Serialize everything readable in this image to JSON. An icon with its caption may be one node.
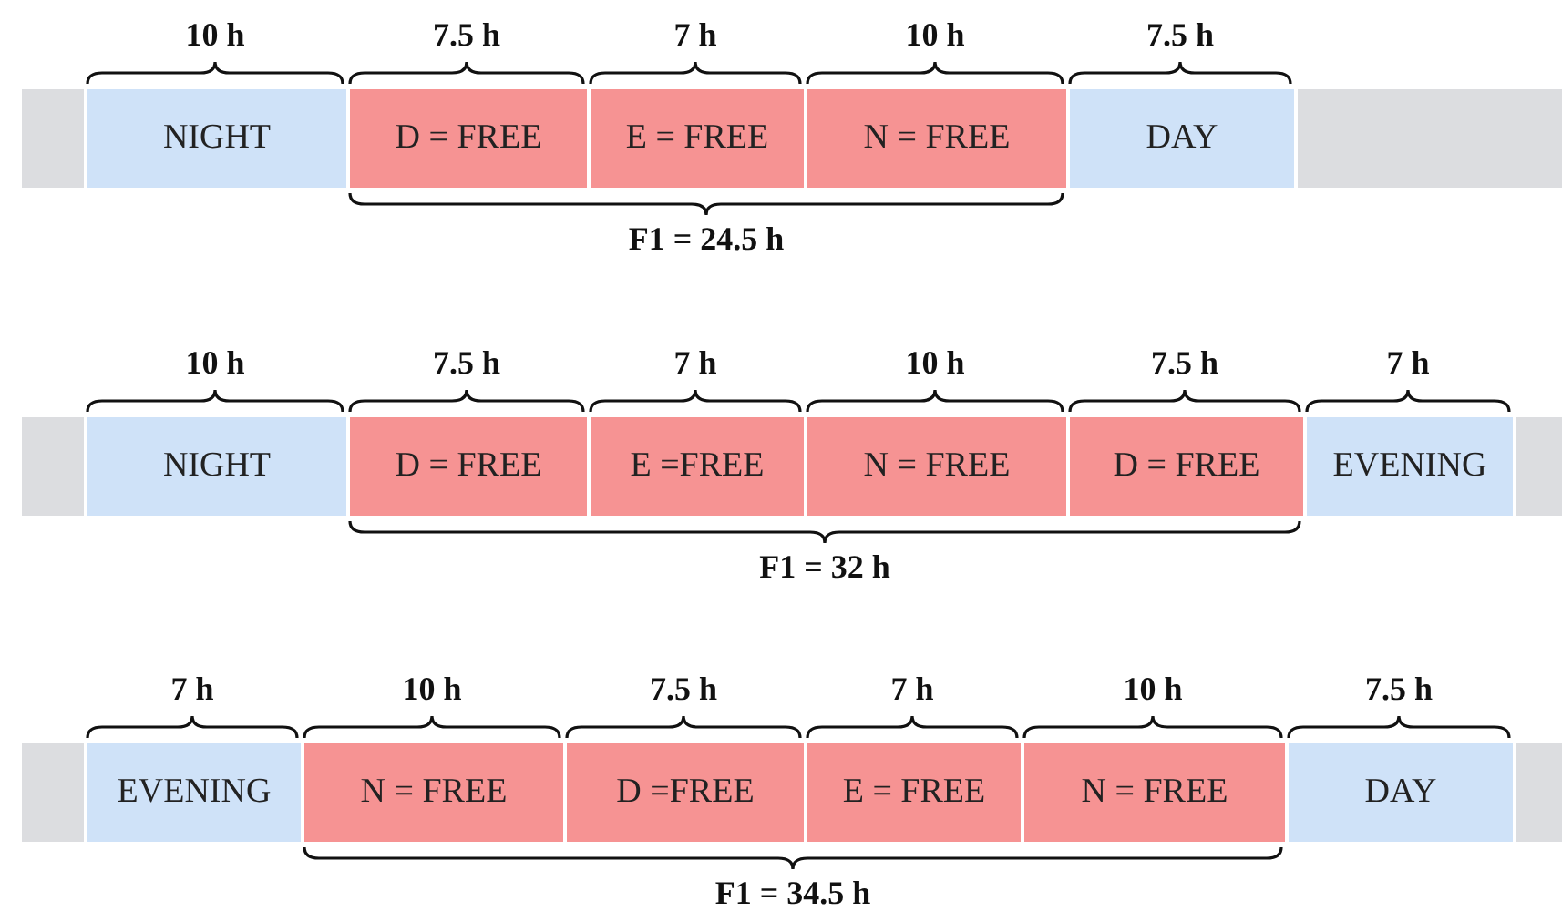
{
  "diagram": {
    "nodes": [
      {
        "text": [],
        "shape": "bar"
      },
      {
        "text": [
          "NIGHT"
        ],
        "beside": [
          "10 h"
        ]
      },
      {
        "text": [
          "D = FREE"
        ],
        "beside": [
          "7.5 h"
        ]
      },
      {
        "text": [
          "E = FREE"
        ],
        "beside": [
          "7 h"
        ]
      },
      {
        "text": [
          "N = FREE"
        ],
        "beside": [
          "10 h"
        ]
      },
      {
        "text": [
          "DAY"
        ],
        "beside": [
          "7.5 h"
        ]
      },
      {
        "text": [],
        "shape": "bar"
      },
      {
        "text": [],
        "shape": "bar"
      },
      {
        "text": [
          "NIGHT"
        ],
        "beside": [
          "10 h"
        ]
      },
      {
        "text": [
          "D = FREE"
        ],
        "beside": [
          "7.5 h"
        ]
      },
      {
        "text": [
          "E =FREE"
        ],
        "beside": [
          "7 h"
        ]
      },
      {
        "text": [
          "N = FREE"
        ],
        "beside": [
          "10 h"
        ]
      },
      {
        "text": [
          "D = FREE"
        ],
        "beside": [
          "7.5 h"
        ]
      },
      {
        "text": [
          "EVENING"
        ],
        "beside": [
          "7 h"
        ]
      },
      {
        "text": [],
        "shape": "bar"
      },
      {
        "text": [],
        "shape": "bar"
      },
      {
        "text": [
          "EVENING"
        ],
        "beside": [
          "7 h"
        ]
      },
      {
        "text": [
          "N = FREE"
        ],
        "beside": [
          "10 h"
        ]
      },
      {
        "text": [
          "D =FREE"
        ],
        "beside": [
          "7.5 h"
        ]
      },
      {
        "text": [
          "E = FREE"
        ],
        "beside": [
          "7 h"
        ]
      },
      {
        "text": [
          "N = FREE"
        ],
        "beside": [
          "10 h"
        ]
      },
      {
        "text": [
          "DAY"
        ],
        "beside": [
          "7.5 h"
        ]
      },
      {
        "text": [],
        "shape": "bar"
      }
    ],
    "labels": [
      "F1 = 24.5 h",
      "F1 = 32 h",
      "F1 = 34.5 h"
    ]
  }
}
